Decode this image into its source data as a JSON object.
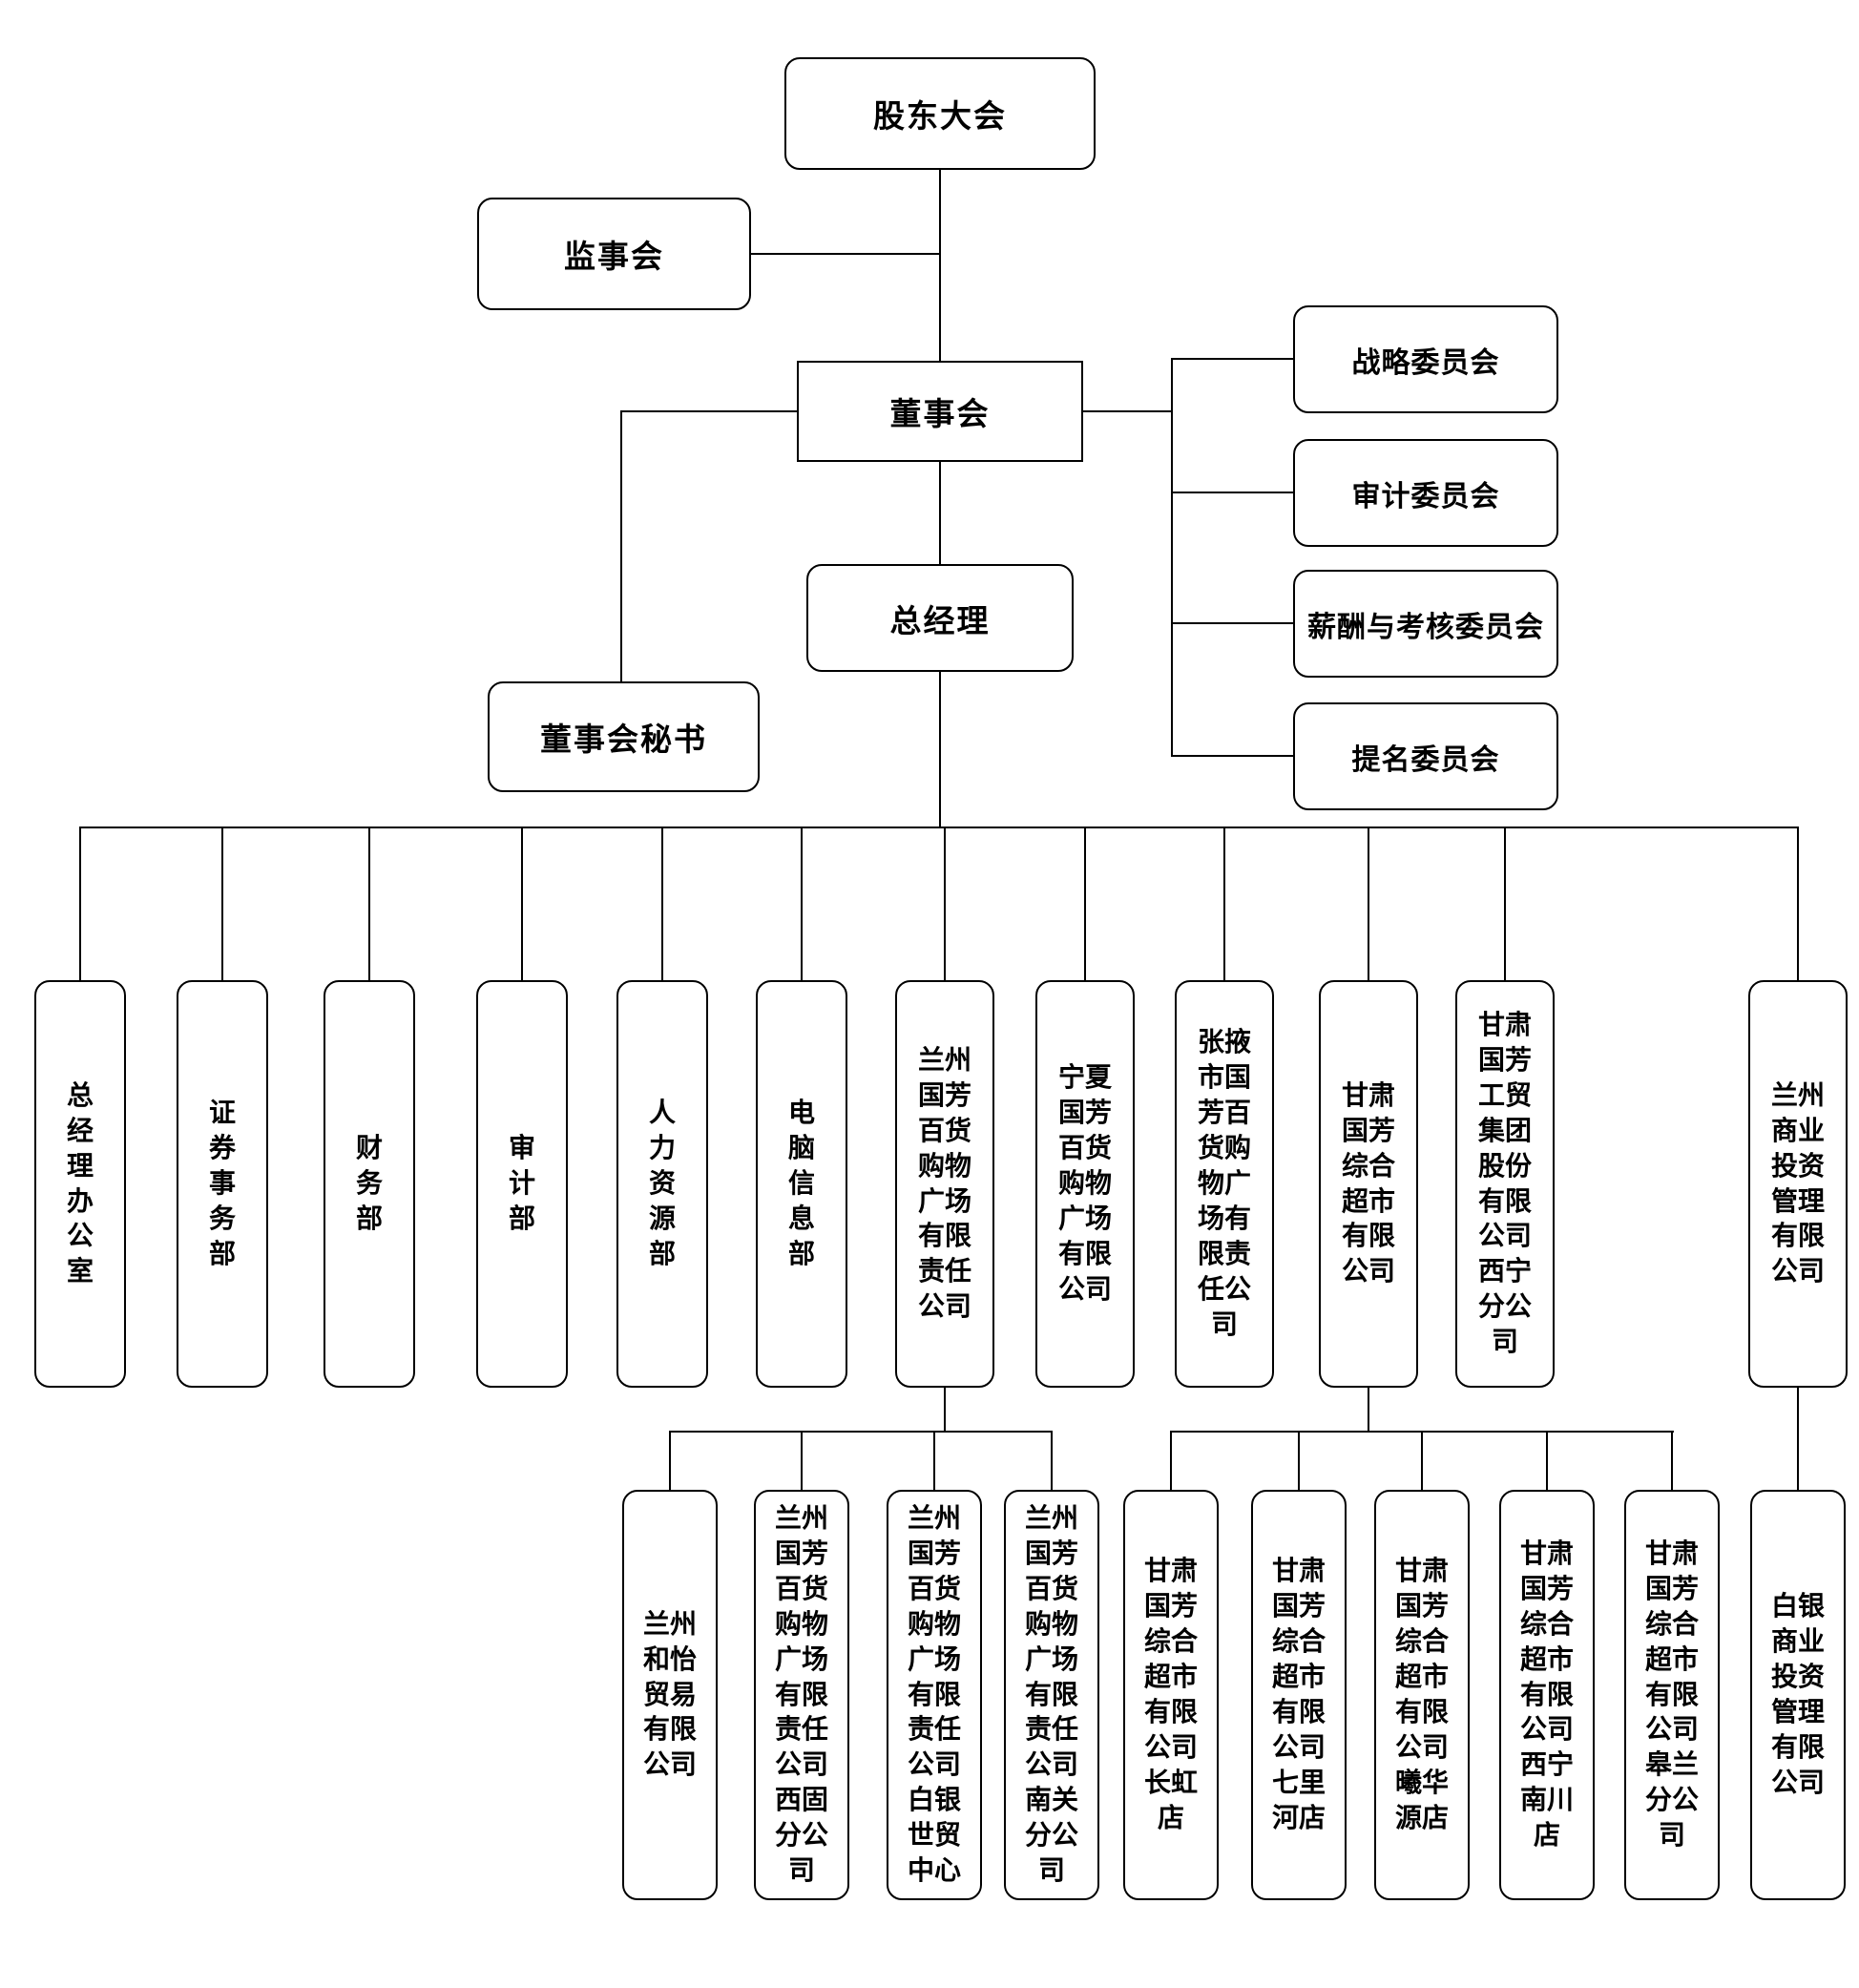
{
  "org_chart": {
    "shareholders_meeting": {
      "label": "股东大会"
    },
    "supervisory_board": {
      "label": "监事会"
    },
    "board_of_directors": {
      "label": "董事会"
    },
    "general_manager": {
      "label": "总经理"
    },
    "board_secretary": {
      "label": "董事会秘书"
    },
    "committees": [
      {
        "label": "战略委员会"
      },
      {
        "label": "审计委员会"
      },
      {
        "label": "薪酬与考核委员会"
      },
      {
        "label": "提名委员会"
      }
    ],
    "departments_and_subsidiaries": [
      {
        "label": "总经理办公室"
      },
      {
        "label": "证券事务部"
      },
      {
        "label": "财务部"
      },
      {
        "label": "审计部"
      },
      {
        "label": "人力资源部"
      },
      {
        "label": "电脑信息部"
      },
      {
        "label": "兰州国芳百货购物广场有限责任公司"
      },
      {
        "label": "宁夏国芳百货购物广场有限公司"
      },
      {
        "label": "张掖市国芳百货购物广场有限责任公司"
      },
      {
        "label": "甘肃国芳综合超市有限公司"
      },
      {
        "label": "甘肃国芳工贸集团股份有限公司西宁分公司"
      },
      {
        "label": "兰州商业投资管理有限公司"
      }
    ],
    "department_store_branches": [
      {
        "label": "兰州和怡贸易有限公司"
      },
      {
        "label": "兰州国芳百货购物广场有限责任公司西固分公司"
      },
      {
        "label": "兰州国芳百货购物广场有限责任公司白银世贸中心"
      },
      {
        "label": "兰州国芳百货购物广场有限责任公司南关分公司"
      }
    ],
    "supermarket_branches": [
      {
        "label": "甘肃国芳综合超市有限公司长虹店"
      },
      {
        "label": "甘肃国芳综合超市有限公司七里河店"
      },
      {
        "label": "甘肃国芳综合超市有限公司曦华源店"
      },
      {
        "label": "甘肃国芳综合超市有限公司西宁南川店"
      },
      {
        "label": "甘肃国芳综合超市有限公司皋兰分公司"
      }
    ],
    "investment_branches": [
      {
        "label": "白银商业投资管理有限公司"
      }
    ],
    "line_color": "#000000",
    "box_fill": "#ffffff"
  }
}
